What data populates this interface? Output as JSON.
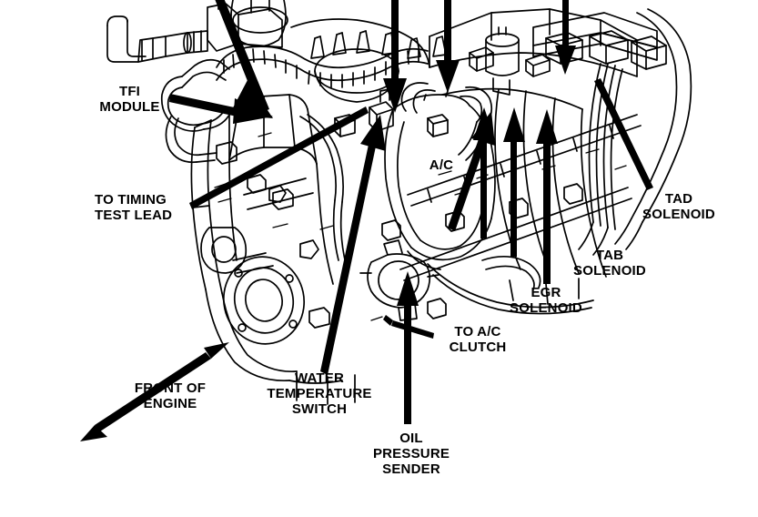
{
  "diagram": {
    "title": "Engine Component Location Diagram",
    "type": "line-art-technical-illustration",
    "subject": "Ford V8 engine front view with emission and electrical component callouts",
    "ink_color": "#000000",
    "background_color": "#ffffff"
  },
  "labels": {
    "tfi_module": "TFI\nMODULE",
    "to_timing_test_lead": "TO TIMING\nTEST LEAD",
    "front_of_engine": "FRONT OF\nENGINE",
    "water_temperature_switch": "WATER\nTEMPERATURE\nSWITCH",
    "oil_pressure_sender": "OIL\nPRESSURE\nSENDER",
    "to_ac_clutch": "TO A/C\nCLUTCH",
    "egr_solenoid": "EGR\nSOLENOID",
    "tab_solenoid": "TAB\nSOLENOID",
    "tad_solenoid": "TAD\nSOLENOID",
    "ac_marking": "A/C"
  },
  "callouts": [
    {
      "id": "tfi-module",
      "text": "TFI MODULE",
      "leader": "arrow",
      "points_to": "distributor TFI module at engine front center"
    },
    {
      "id": "to-timing-test-lead",
      "text": "TO TIMING TEST LEAD",
      "leader": "plain-line",
      "points_to": "timing test lead connector"
    },
    {
      "id": "front-of-engine",
      "text": "FRONT OF ENGINE",
      "leader": "double-arrow",
      "points_to": "direction indicator, lower left"
    },
    {
      "id": "water-temperature-switch",
      "text": "WATER TEMPERATURE SWITCH",
      "leader": "arrow",
      "points_to": "water temperature switch on intake"
    },
    {
      "id": "oil-pressure-sender",
      "text": "OIL PRESSURE SENDER",
      "leader": "arrow",
      "points_to": "oil pressure sender on block"
    },
    {
      "id": "to-ac-clutch",
      "text": "TO A/C CLUTCH",
      "leader": "plain-line",
      "points_to": "A/C clutch wiring connector"
    },
    {
      "id": "egr-solenoid",
      "text": "EGR SOLENOID",
      "leader": "arrow",
      "points_to": "EGR vacuum solenoid"
    },
    {
      "id": "tab-solenoid",
      "text": "TAB SOLENOID",
      "leader": "arrow",
      "points_to": "TAB vacuum solenoid"
    },
    {
      "id": "tad-solenoid",
      "text": "TAD SOLENOID",
      "leader": "plain-line",
      "points_to": "TAD vacuum solenoid"
    },
    {
      "id": "ac-marking",
      "text": "A/C",
      "leader": "none",
      "points_to": "A/C compressor body marking"
    }
  ],
  "unlabeled_arrows": [
    {
      "id": "top-arrow-left",
      "direction": "down-right",
      "note": "enters from top edge pointing into hose area"
    },
    {
      "id": "top-arrow-mid-1",
      "direction": "down",
      "note": "vertical arrow from top edge"
    },
    {
      "id": "top-arrow-mid-2",
      "direction": "down",
      "note": "vertical arrow from top edge"
    },
    {
      "id": "top-arrow-right",
      "direction": "down",
      "note": "vertical arrow from top edge, right side"
    },
    {
      "id": "ac-compressor-arrow",
      "direction": "up-right",
      "note": "arrow pointing to A/C area component"
    },
    {
      "id": "center-up-arrow",
      "direction": "up",
      "note": "unlabeled upward arrow near center right"
    }
  ]
}
